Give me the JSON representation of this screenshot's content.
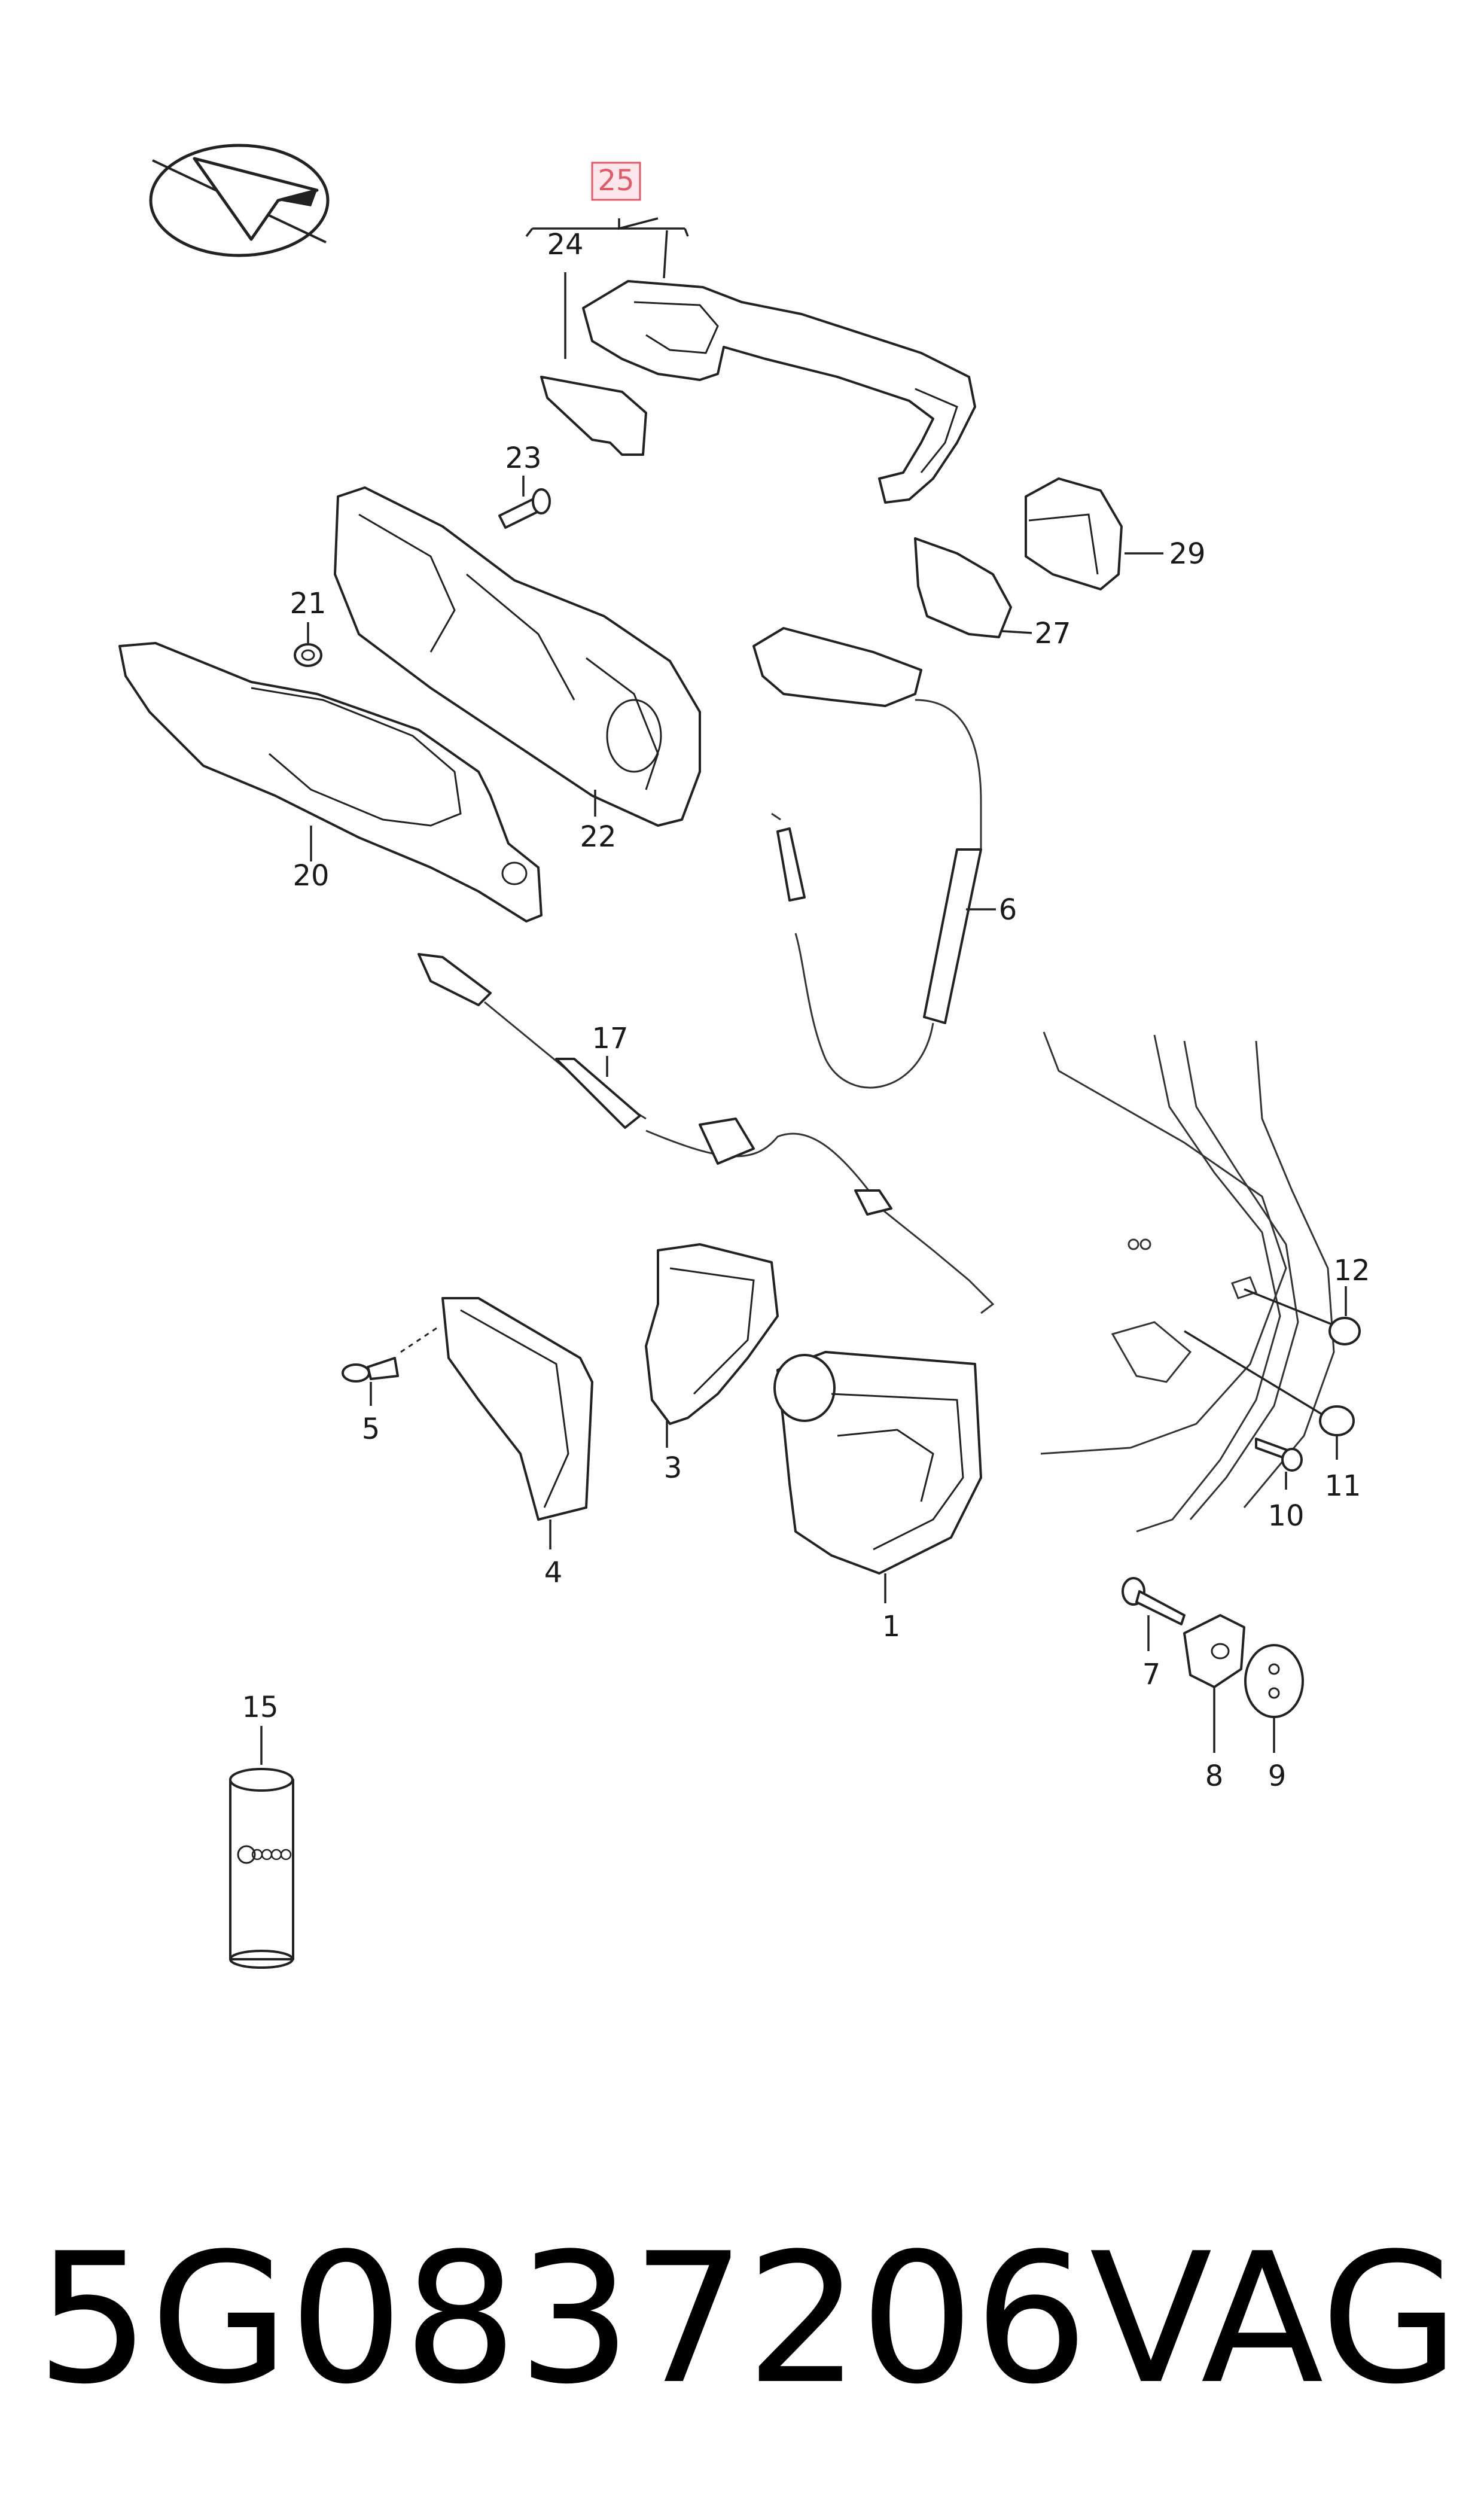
{
  "diagram": {
    "callouts": {
      "c1": "1",
      "c3": "3",
      "c4": "4",
      "c5": "5",
      "c6": "6",
      "c7": "7",
      "c8": "8",
      "c9": "9",
      "c10": "10",
      "c11": "11",
      "c12": "12",
      "c15": "15",
      "c17": "17",
      "c20": "20",
      "c21": "21",
      "c22": "22",
      "c23": "23",
      "c24": "24",
      "c25": "25",
      "c27": "27",
      "c29": "29"
    },
    "highlighted_callout": "25",
    "highlight_color": "#e05a6a",
    "logo_icon": "compass-arrow-icon"
  },
  "footer": {
    "part_number": "5G0837206",
    "brand": "VAG"
  }
}
